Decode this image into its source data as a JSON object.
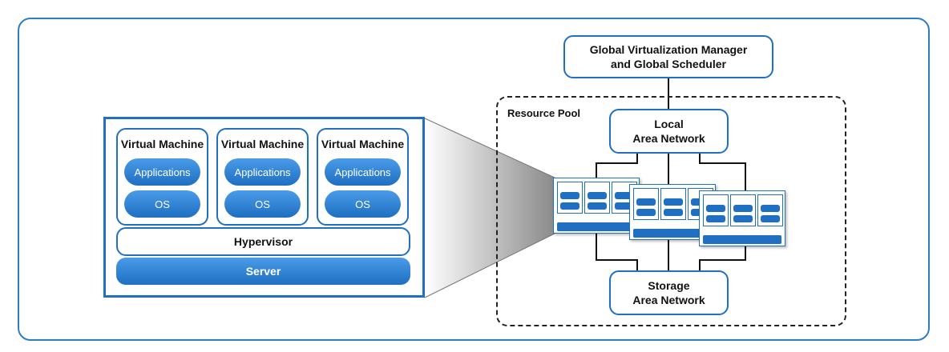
{
  "virtual_machines": [
    {
      "title": "Virtual Machine",
      "app": "Applications",
      "os": "OS"
    },
    {
      "title": "Virtual Machine",
      "app": "Applications",
      "os": "OS"
    },
    {
      "title": "Virtual Machine",
      "app": "Applications",
      "os": "OS"
    }
  ],
  "hypervisor": "Hypervisor",
  "server": "Server",
  "global_manager": {
    "line1": "Global Virtualization Manager",
    "line2": "and Global Scheduler"
  },
  "resource_pool": "Resource Pool",
  "lan": {
    "line1": "Local",
    "line2": "Area Network"
  },
  "san": {
    "line1": "Storage",
    "line2": "Area Network"
  },
  "colors": {
    "accent": "#1f6fc2",
    "frame": "#2a7dc7"
  }
}
